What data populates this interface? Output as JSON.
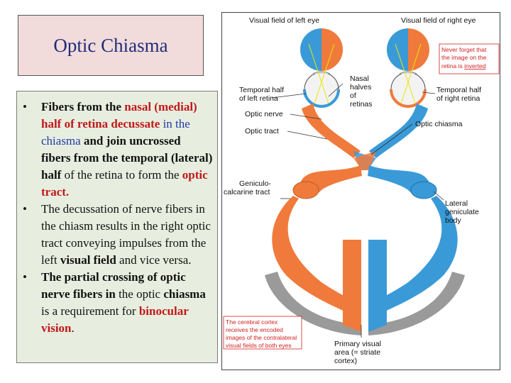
{
  "title": "Optic Chiasma",
  "bullets": [
    {
      "segments": [
        {
          "text": "Fibers from the ",
          "bold": true,
          "color": "#111111"
        },
        {
          "text": "nasal (medial) half of retina decussate",
          "bold": true,
          "color": "#c0181a"
        },
        {
          "text": " in the chiasma",
          "bold": false,
          "color": "#1f3aa8"
        },
        {
          "text": " and join uncrossed fibers from the temporal (lateral) half",
          "bold": true,
          "color": "#111111"
        },
        {
          "text": " of the retina to form the ",
          "bold": false,
          "color": "#111111"
        },
        {
          "text": "optic tract.",
          "bold": true,
          "color": "#c0181a"
        }
      ]
    },
    {
      "segments": [
        {
          "text": "The decussation of nerve fibers in the chiasm results in the right optic tract conveying impulses from the left ",
          "bold": false,
          "color": "#111111"
        },
        {
          "text": "visual field",
          "bold": true,
          "color": "#111111"
        },
        {
          "text": " and vice versa.",
          "bold": false,
          "color": "#111111"
        }
      ]
    },
    {
      "segments": [
        {
          "text": "The partial crossing of optic nerve fibers in",
          "bold": true,
          "color": "#111111"
        },
        {
          "text": " the optic ",
          "bold": false,
          "color": "#111111"
        },
        {
          "text": "chiasma",
          "bold": true,
          "color": "#111111"
        },
        {
          "text": " is a requirement for ",
          "bold": false,
          "color": "#111111"
        },
        {
          "text": "binocular vision",
          "bold": true,
          "color": "#c0181a"
        },
        {
          "text": ".",
          "bold": false,
          "color": "#111111"
        }
      ]
    }
  ],
  "diagram": {
    "labels": {
      "visual_field_left": "Visual field of left eye",
      "visual_field_right": "Visual field of right eye",
      "note_line1": "Never forget that",
      "note_line2": "the image on the",
      "note_line3": "retina is",
      "note_inverted": "inverted",
      "nasal_1": "Nasal",
      "nasal_2": "halves",
      "nasal_3": "of",
      "nasal_4": "retinas",
      "temporal_left_1": "Temporal half",
      "temporal_left_2": "of left retina",
      "temporal_right_1": "Temporal half",
      "temporal_right_2": "of right retina",
      "optic_nerve": "Optic nerve",
      "optic_tract": "Optic tract",
      "optic_chiasma": "Optic chiasma",
      "geniculo_1": "Geniculo-",
      "geniculo_2": "calcarine tract",
      "lateral_1": "Lateral",
      "lateral_2": "geniculate",
      "lateral_3": "body",
      "cortex_note_1": "The cerebral cortex",
      "cortex_note_2": "receives the encoded",
      "cortex_note_3": "images of the contralateral",
      "cortex_note_4": "visual fields of both eyes",
      "primary_1": "Primary visual",
      "primary_2": "area (= striate",
      "primary_3": "cortex)"
    },
    "colors": {
      "left_field": "#f07a3c",
      "right_field": "#3a9ad8",
      "note_red": "#d42020",
      "cortex_gray": "#9a9a9a"
    }
  }
}
